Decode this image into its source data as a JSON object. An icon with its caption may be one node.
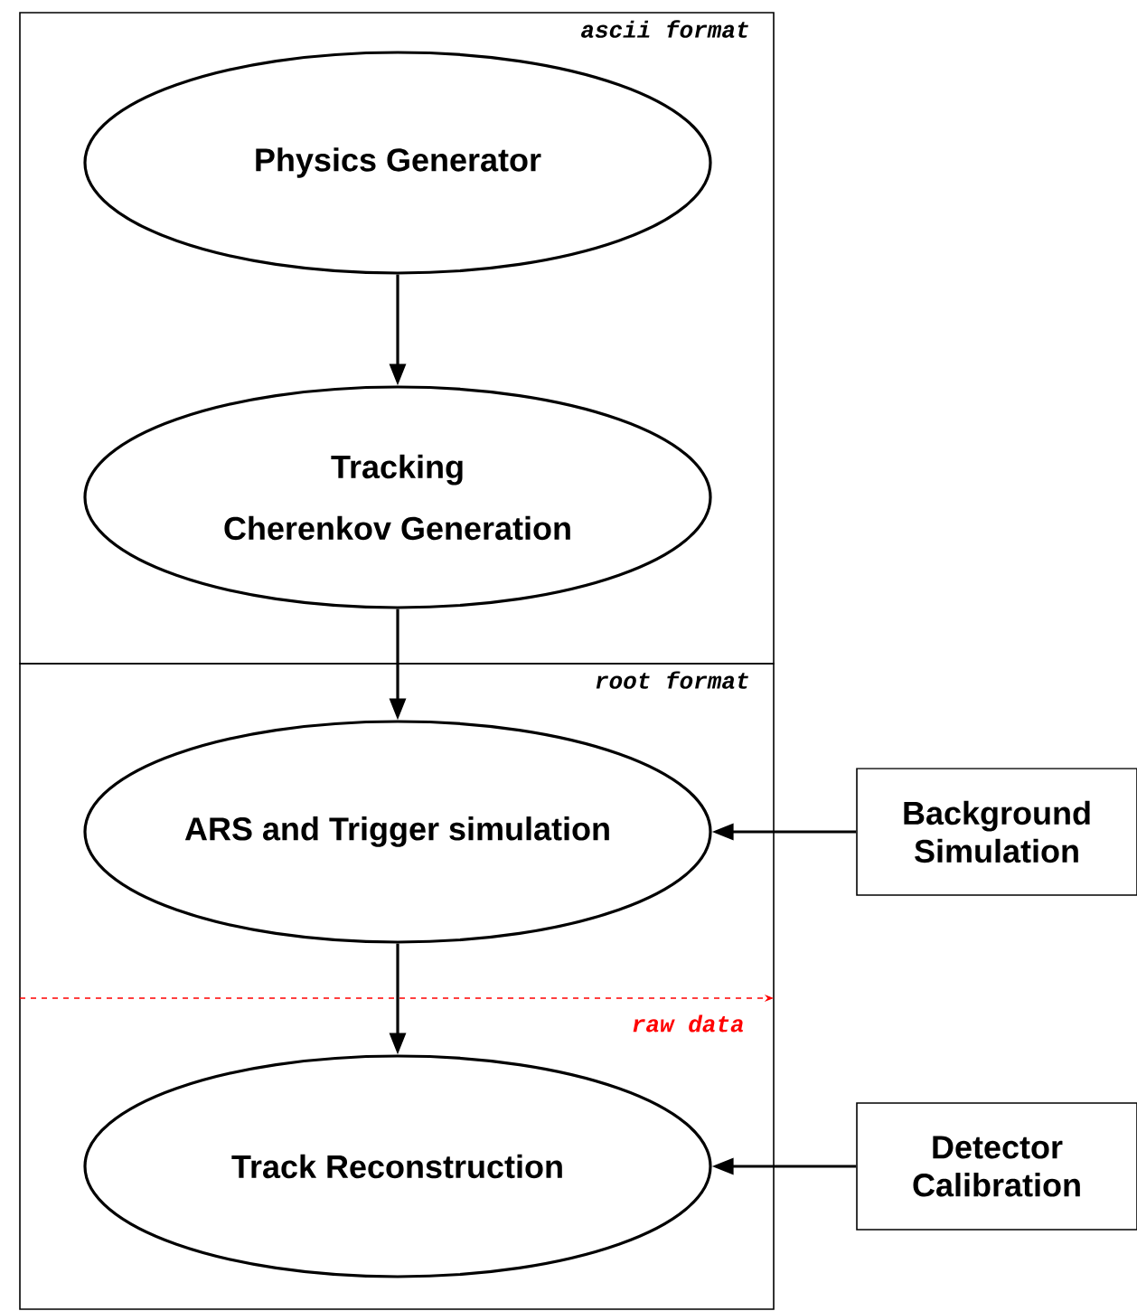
{
  "diagram": {
    "nodes": [
      {
        "text": [
          "ascii format"
        ]
      },
      {
        "text": [
          "Physics Generator"
        ],
        "in": 0
      },
      {
        "text": [
          "Tracking",
          "Cherenkov Generation"
        ],
        "in": 0
      },
      {
        "text": [
          "root format"
        ]
      },
      {
        "text": [
          "ARS and Trigger simulation"
        ],
        "in": 3
      },
      {
        "text": [
          "Track Reconstruction"
        ],
        "in": 3
      },
      {
        "text": [
          "Background Simulation"
        ]
      },
      {
        "text": [
          "Detector Calibration"
        ]
      }
    ],
    "edges": [
      {
        "from": 1,
        "to": 2,
        "arrow": "to"
      },
      {
        "from": 2,
        "to": 4,
        "arrow": "to"
      },
      {
        "from": 4,
        "to": 5,
        "arrow": "to"
      },
      {
        "from": 6,
        "to": 4,
        "arrow": "to"
      },
      {
        "from": 7,
        "to": 5,
        "arrow": "to"
      }
    ],
    "labels": [
      "raw data"
    ]
  }
}
